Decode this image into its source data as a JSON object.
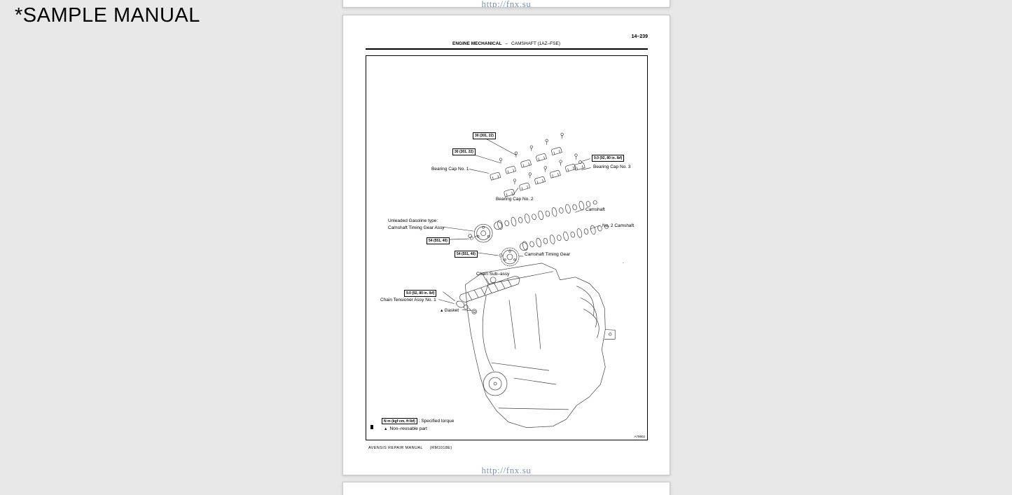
{
  "overlay": {
    "sample_label": "*SAMPLE MANUAL"
  },
  "watermark": {
    "url_text": "http://fnx.su"
  },
  "page": {
    "page_number": "14–239",
    "header": {
      "section": "ENGINE MECHANICAL",
      "separator": "–",
      "title": "CAMSHAFT (1AZ–FSE)"
    },
    "footer_title": "AVENSIS REPAIR MANUAL",
    "footer_code": "(RM1018E)",
    "figure_code": "A79802"
  },
  "diagram": {
    "labels": {
      "torque_30_a": "30 (301, 22)",
      "torque_30_b": "30 (301, 22)",
      "torque_9_cap": "9.0 (92, 80 in. lbf)",
      "torque_9_tensioner": "9.0 (92, 80 in. lbf)",
      "torque_54_a": "54 (551, 40)",
      "torque_54_b": "54 (551, 40)",
      "bearing_cap_1": "Bearing Cap No. 1",
      "bearing_cap_2": "Bearing Cap No. 2",
      "bearing_cap_3": "Bearing Cap No. 3",
      "camshaft": "Camshaft",
      "no_2_camshaft": "No. 2 Camshaft",
      "unleaded_line1": "Unleaded Gasoline type:",
      "unleaded_line2": "Camshaft Timing Gear Assy",
      "camshaft_timing_gear": "Camshaft Timing Gear",
      "chain_sub_assy": "Chain Sub–assy",
      "chain_tensioner": "Chain Tensioner Assy No. 1",
      "gasket": "Gasket",
      "stray_dot": "."
    },
    "legend": {
      "torque_box": "N·m (kgf·cm, ft·lbf)",
      "torque_desc": ": Specified torque",
      "triangle": "▲",
      "nonreusable": "Non–reusable part"
    }
  }
}
